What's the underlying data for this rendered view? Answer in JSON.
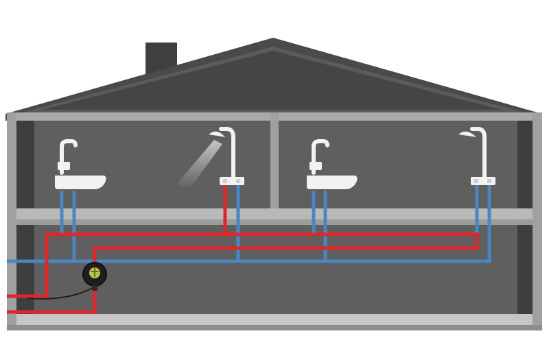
{
  "diagram": {
    "subject": "house-hot-cold-water-plumbing",
    "colors": {
      "background": "#ffffff",
      "house_dark": "#3a3a3a",
      "house_mid": "#5a5a5a",
      "wall_light": "#9a9a9a",
      "floor_light": "#c4c4c4",
      "hot_pipe": "#e1262b",
      "cold_pipe": "#4a86c5",
      "fixture": "#f2f2f2",
      "pump_glow": "#d8e060"
    },
    "fixtures": [
      {
        "kind": "sink",
        "room": "left",
        "lit": false
      },
      {
        "kind": "shower",
        "room": "left",
        "lit": true
      },
      {
        "kind": "sink",
        "room": "right",
        "lit": false
      },
      {
        "kind": "shower",
        "room": "right",
        "lit": false
      }
    ],
    "pipes": {
      "hot": "red",
      "cold": "blue"
    },
    "pump": {
      "icon": "circulation-pump-icon",
      "state": "on"
    }
  }
}
